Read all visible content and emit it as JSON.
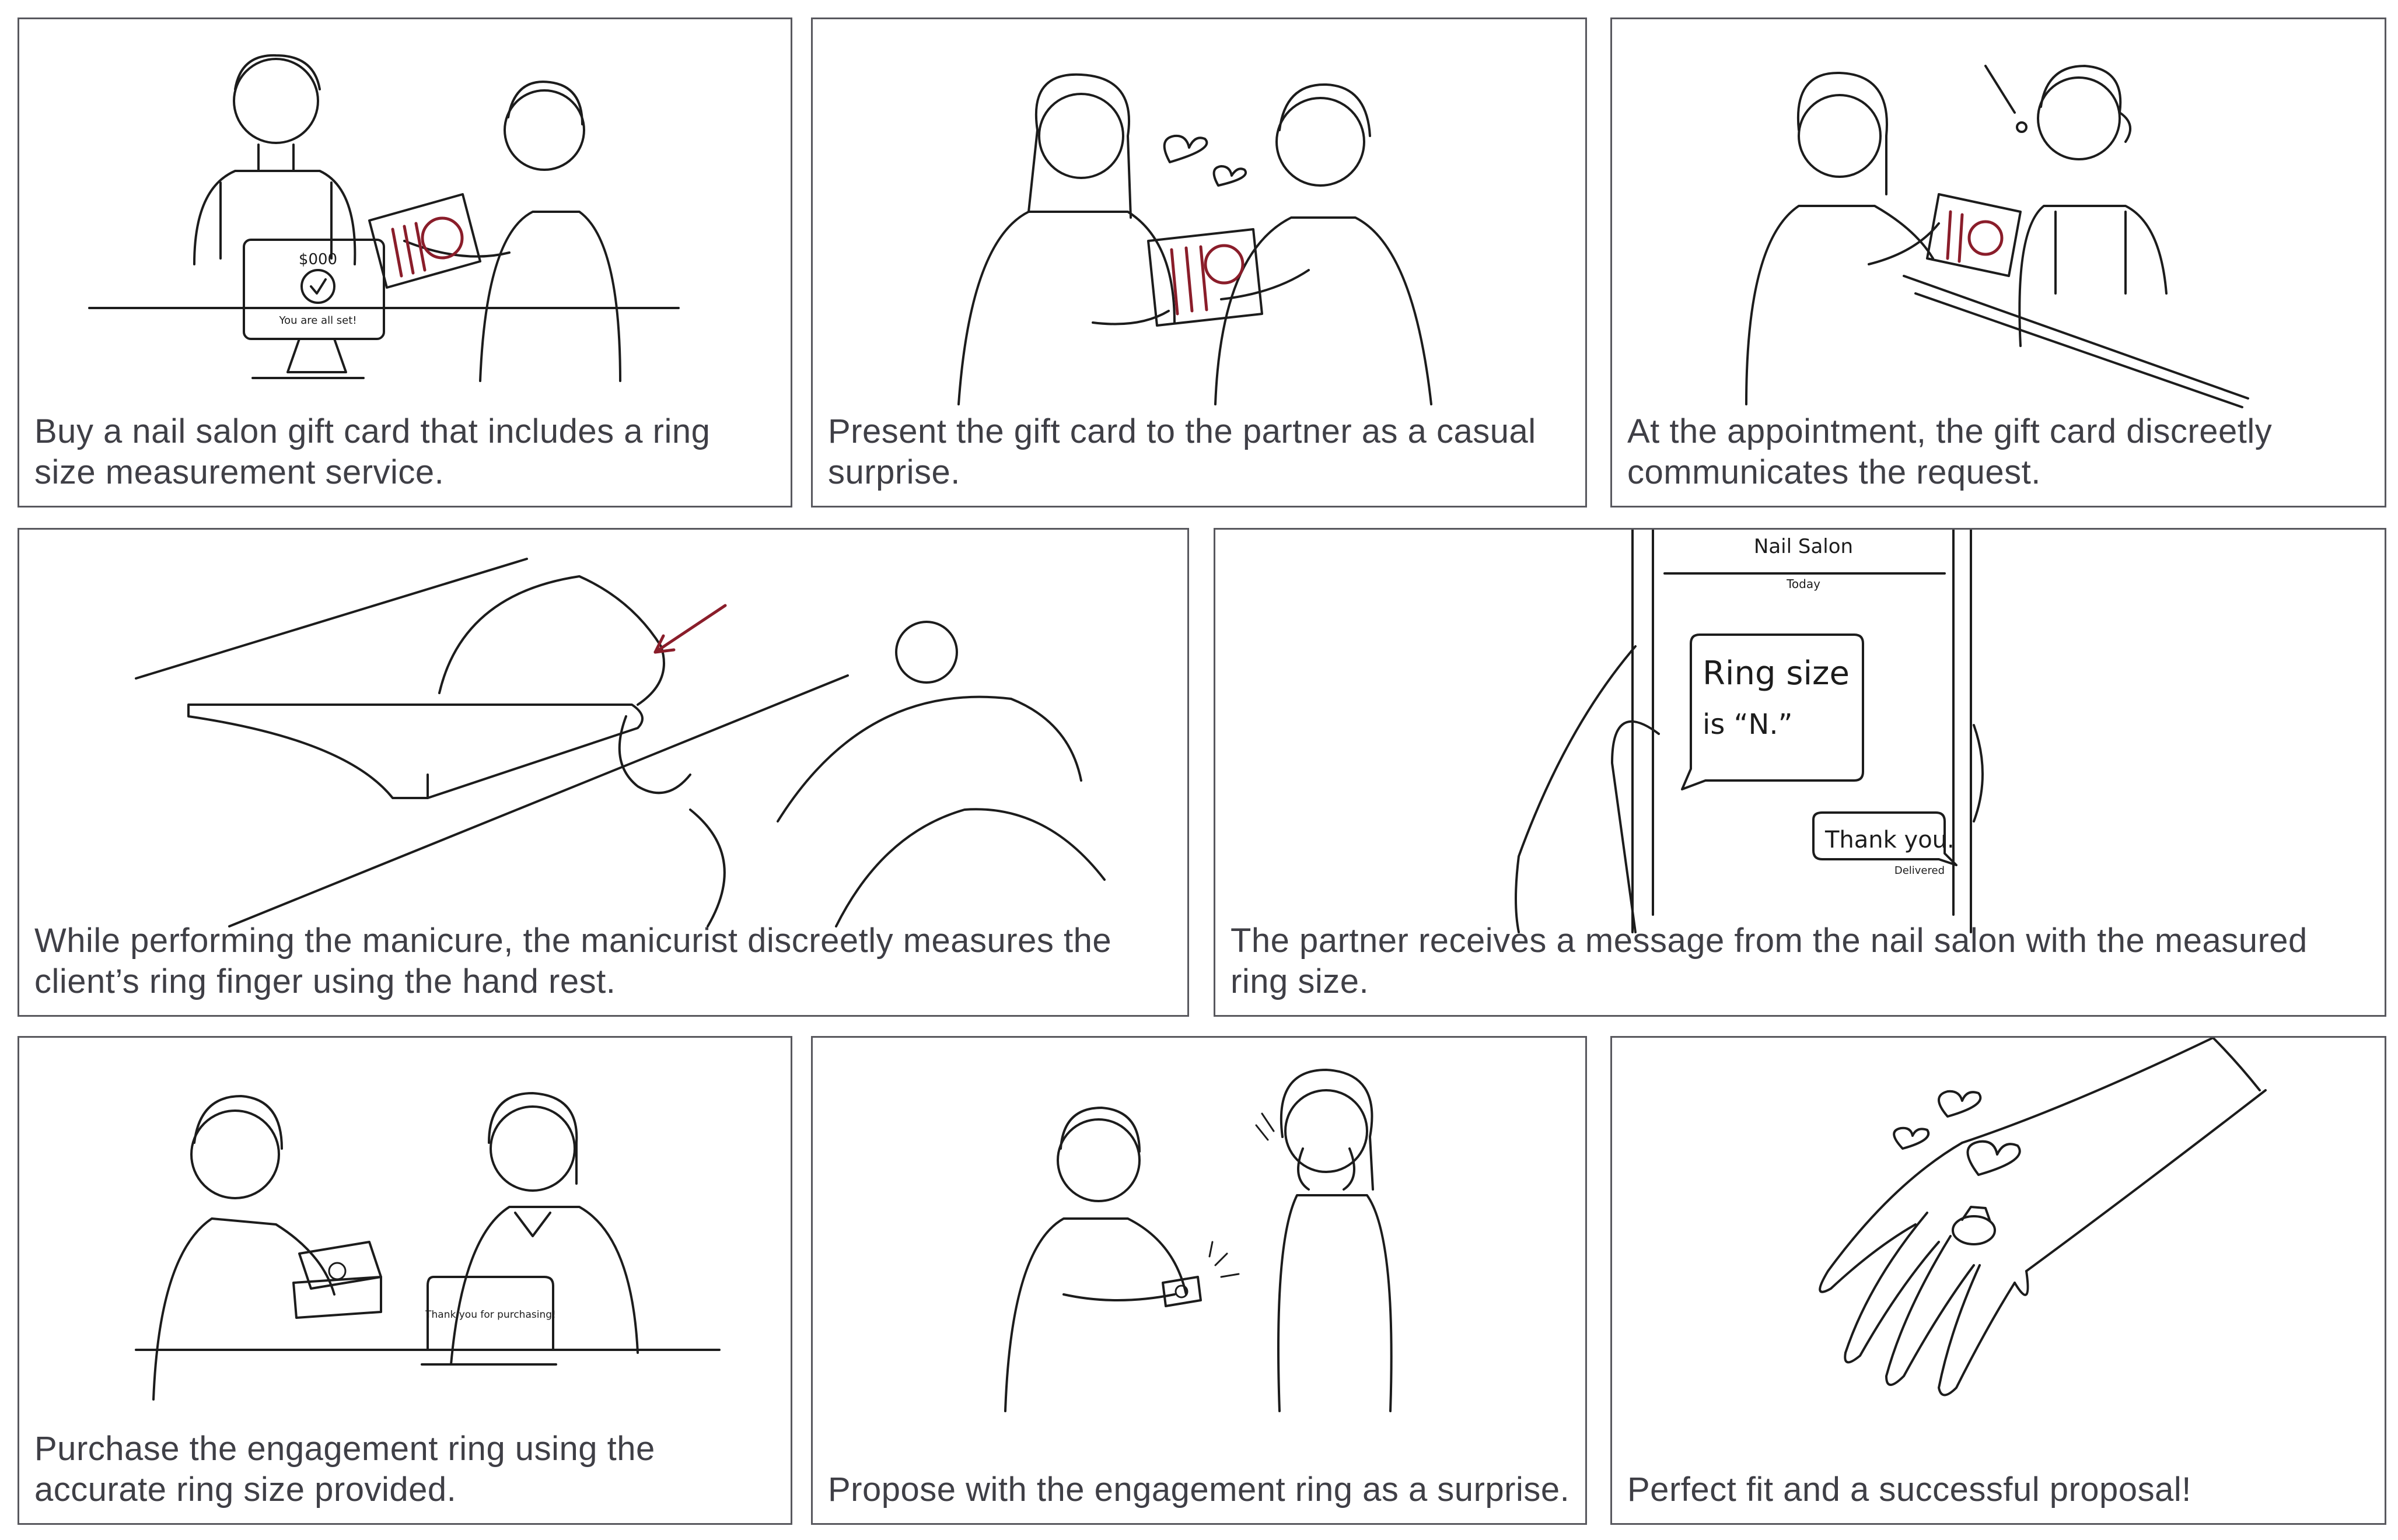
{
  "panels": [
    {
      "caption": "Buy a nail salon gift card that includes a ring size measurement service.",
      "price": "$000",
      "tablet_text": "You are all set!"
    },
    {
      "caption": "Present the gift card to the partner as a casual surprise."
    },
    {
      "caption": "At the appointment, the gift card discreetly communicates the request."
    },
    {
      "caption": "While performing the manicure, the manicurist discreetly measures the client’s ring finger using the hand rest."
    },
    {
      "caption": "The partner receives a message from the nail salon with the measured ring size.",
      "phone_title": "Nail Salon",
      "phone_day": "Today",
      "msg_line1": "Ring size",
      "msg_line2": "is “N.”",
      "reply": "Thank you.",
      "status": "Delivered"
    },
    {
      "caption": "Purchase the engagement ring using the accurate ring size provided.",
      "tablet_text": "Thank you for purchasing!"
    },
    {
      "caption": "Propose with the engagement ring as a surprise."
    },
    {
      "caption": "Perfect fit and a successful proposal!"
    }
  ],
  "colors": {
    "border": "#58585e",
    "caption": "#3f3f46",
    "accent": "#8a1d2a",
    "line": "#1c1c1c"
  }
}
